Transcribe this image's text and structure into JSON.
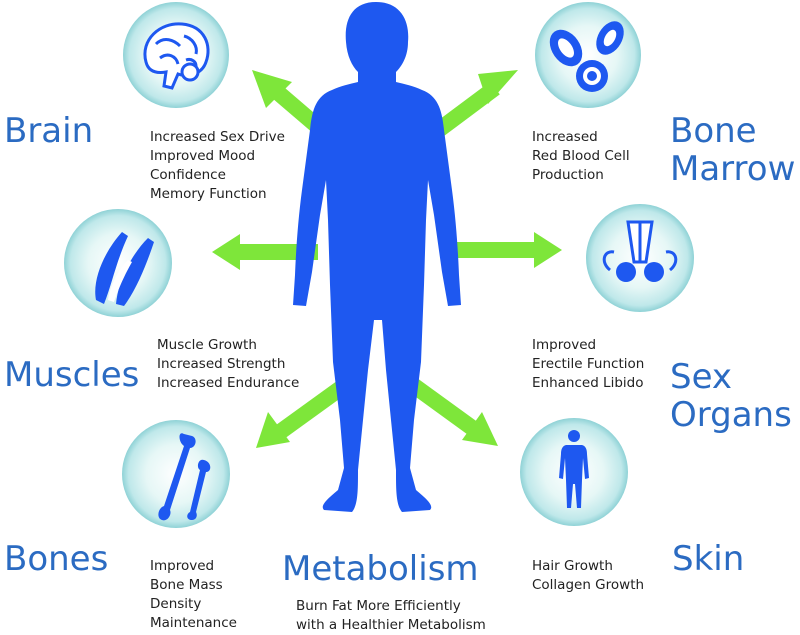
{
  "colors": {
    "body": "#1e58f0",
    "arrow": "#7ee63a",
    "label": "#2b6bc2",
    "text": "#222222",
    "circle_fill": "#d9f3f2",
    "circle_edge": "#8fd2d6"
  },
  "sections": {
    "brain": {
      "title": [
        "Brain"
      ],
      "lines": [
        "Increased Sex Drive",
        "Improved Mood",
        "Confidence",
        "Memory Function"
      ],
      "icon": "brain-icon"
    },
    "marrow": {
      "title": [
        "Bone",
        "Marrow"
      ],
      "lines": [
        "Increased",
        "Red Blood Cell",
        "Production"
      ],
      "icon": "blood-cells-icon"
    },
    "muscles": {
      "title": [
        "Muscles"
      ],
      "lines": [
        "Muscle Growth",
        "Increased Strength",
        "Increased Endurance"
      ],
      "icon": "muscle-icon"
    },
    "sex": {
      "title": [
        "Sex",
        "Organs"
      ],
      "lines": [
        "Improved",
        "Erectile Function",
        "Enhanced Libido"
      ],
      "icon": "reproductive-organs-icon"
    },
    "bones": {
      "title": [
        "Bones"
      ],
      "lines": [
        "Improved",
        "Bone Mass",
        "Density",
        "Maintenance"
      ],
      "icon": "bones-icon"
    },
    "skin": {
      "title": [
        "Skin"
      ],
      "lines": [
        "Hair Growth",
        "Collagen Growth"
      ],
      "icon": "human-silhouette-icon"
    },
    "metabolism": {
      "title": [
        "Metabolism"
      ],
      "lines": [
        "Burn Fat More Efficiently",
        "with a Healthier Metabolism"
      ]
    }
  }
}
